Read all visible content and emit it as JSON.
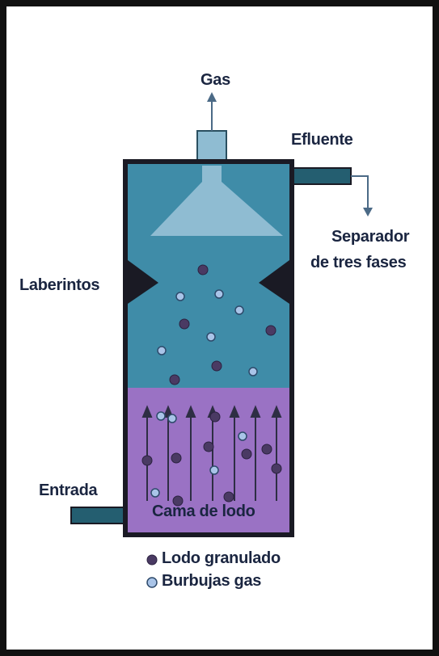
{
  "labels": {
    "gas": "Gas",
    "efluente": "Efluente",
    "separador_line1": "Separador",
    "separador_line2": "de tres fases",
    "laberintos": "Laberintos",
    "entrada": "Entrada",
    "cama": "Cama de lodo"
  },
  "legend": {
    "sludge": "Lodo granulado",
    "bubbles": "Burbujas gas"
  },
  "colors": {
    "water": "#3f8ca8",
    "sludge_bed": "#9a72c4",
    "outline": "#1a1a24",
    "hood": "#8fbcd2",
    "pipe": "#245e70",
    "granule": "#4a3a63",
    "bubble": "#a9c4e8"
  }
}
